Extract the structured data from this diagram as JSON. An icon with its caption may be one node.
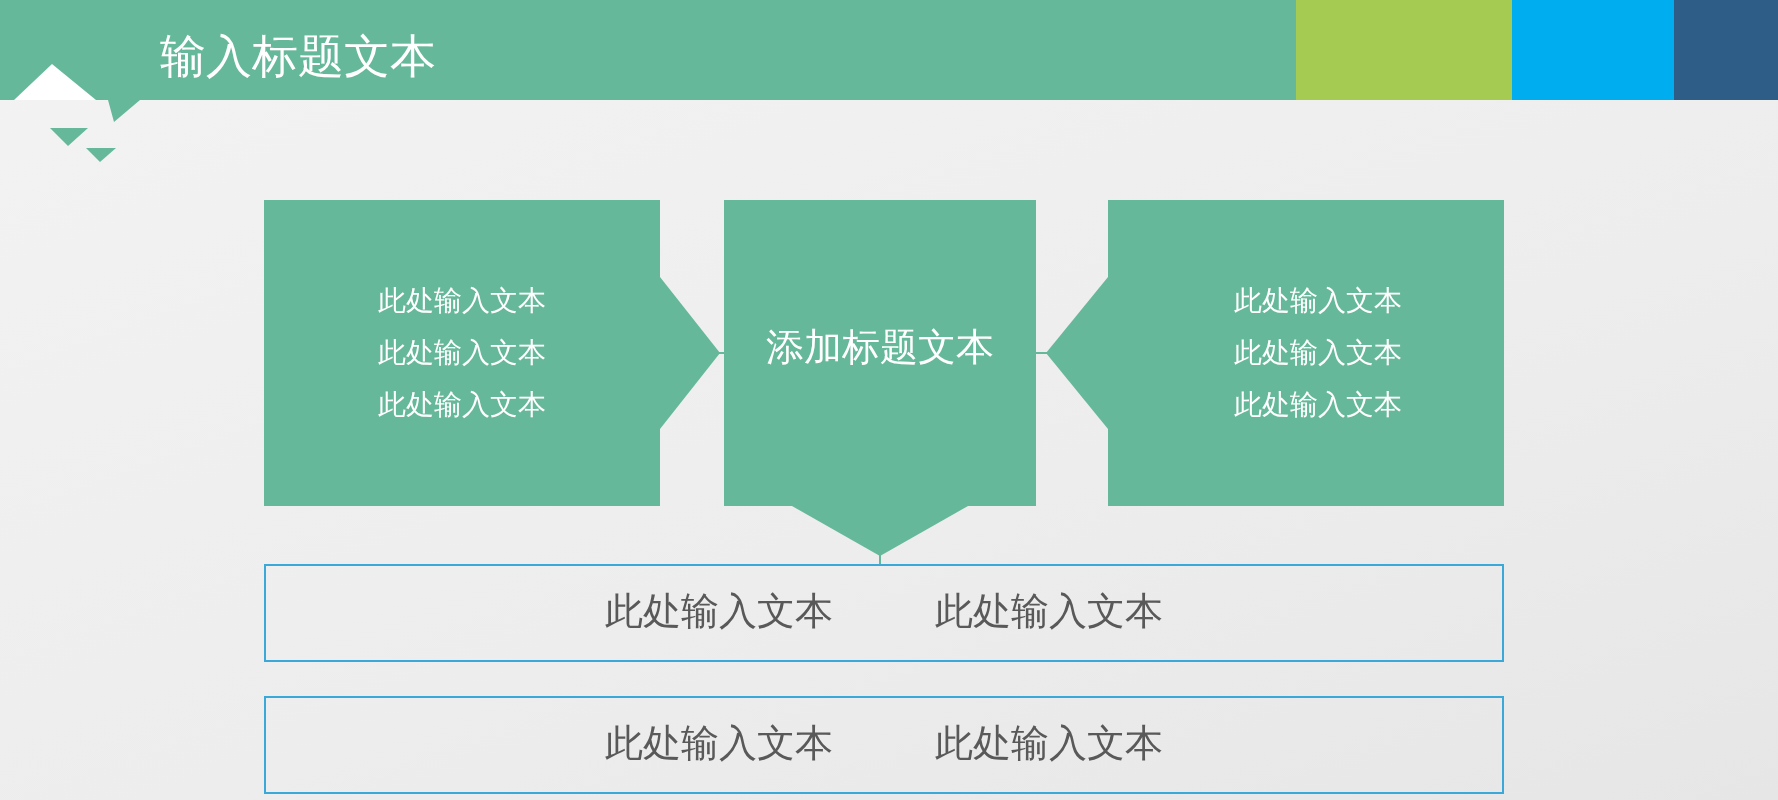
{
  "diagram": {
    "title": "输入标题文本",
    "nodes": [
      {
        "text": [
          "此处输入文本",
          "此处输入文本",
          "此处输入文本"
        ]
      },
      {
        "text": [
          "添加标题文本"
        ]
      },
      {
        "text": [
          "此处输入文本",
          "此处输入文本",
          "此处输入文本"
        ]
      },
      {
        "text": [
          "此处输入文本",
          "此处输入文本"
        ]
      },
      {
        "text": [
          "此处输入文本",
          "此处输入文本"
        ]
      }
    ],
    "edges": [
      {
        "from": 0,
        "to": 1,
        "arrow": "to"
      },
      {
        "from": 2,
        "to": 1,
        "arrow": "to"
      },
      {
        "from": 1,
        "to": 3,
        "arrow": "to"
      }
    ]
  }
}
